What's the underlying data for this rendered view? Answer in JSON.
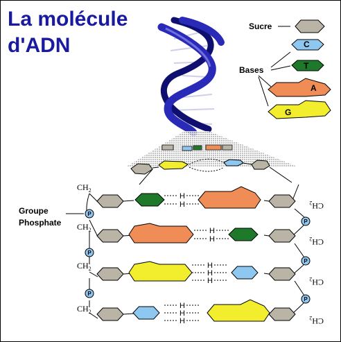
{
  "title": {
    "line1": "La molécule",
    "line2": "d'ADN"
  },
  "legend": {
    "sugar_label": "Sucre",
    "bases_label": "Bases",
    "bases": [
      "C",
      "T",
      "A",
      "G"
    ]
  },
  "phosphate_label": {
    "line1": "Groupe",
    "line2": "Phosphate"
  },
  "hydrogen_symbol": "H",
  "phosphate_symbol": "P",
  "ch2_text": "CH",
  "ch2_subscript": "2",
  "colors": {
    "title": "#1a1aa0",
    "helix": "#1a1a9a",
    "sugar": "#b9b4a6",
    "cytosine": "#8ec7f0",
    "thymine": "#1e7a2a",
    "adenine": "#f08c55",
    "guanine": "#f2ee2e",
    "phosphate": "#8ec7f0"
  }
}
